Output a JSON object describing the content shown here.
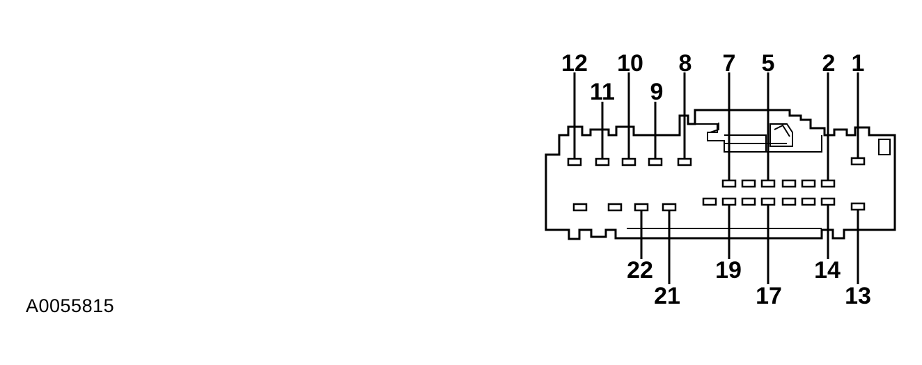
{
  "figure_id": "A0055815",
  "connector": {
    "top_pin_labels": [
      "12",
      "11",
      "10",
      "9",
      "8",
      "7",
      "5",
      "2",
      "1"
    ],
    "bottom_pin_labels": [
      "22",
      "21",
      "19",
      "17",
      "14",
      "13"
    ]
  },
  "colors": {
    "line": "#000000",
    "background": "#ffffff"
  }
}
